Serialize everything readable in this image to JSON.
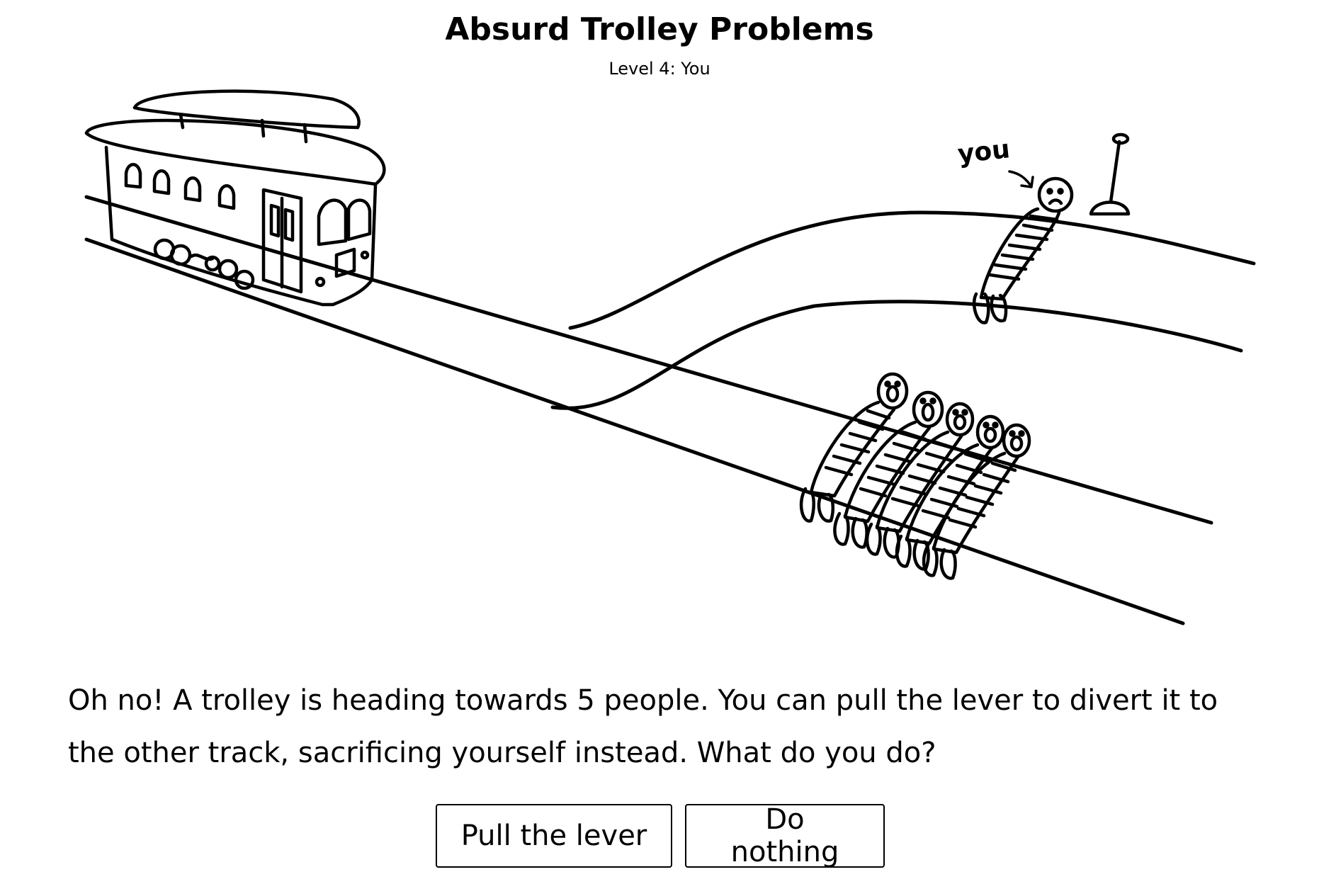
{
  "header": {
    "title": "Absurd Trolley Problems",
    "subtitle": "Level 4: You"
  },
  "scene": {
    "you_label": "you",
    "people_on_main_track": 5,
    "people_on_side_track": 1
  },
  "prompt": {
    "text": "Oh no! A trolley is heading towards 5 people. You can pull the lever to divert it to the other track, sacrificing yourself instead. What do you do?"
  },
  "actions": {
    "pull_label": "Pull the lever",
    "nothing_label": "Do nothing"
  },
  "colors": {
    "ink": "#000000",
    "background": "#ffffff"
  }
}
